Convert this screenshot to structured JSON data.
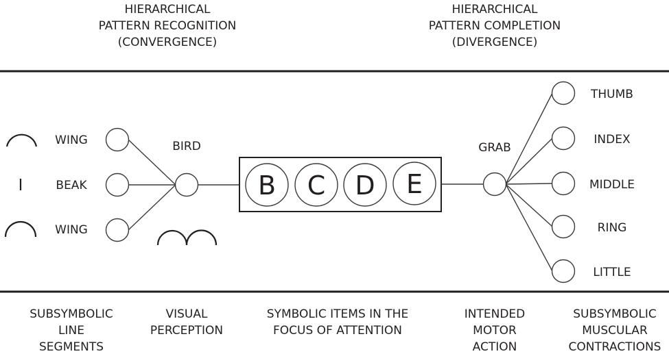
{
  "header": {
    "left": [
      "HIERARCHICAL",
      "PATTERN RECOGNITION",
      "(CONVERGENCE)"
    ],
    "right": [
      "HIERARCHICAL",
      "PATTERN COMPLETION",
      "(DIVERGENCE)"
    ]
  },
  "perception": {
    "features": [
      {
        "label": "WING",
        "glyph": "arc"
      },
      {
        "label": "BEAK",
        "glyph": "vertical-line"
      },
      {
        "label": "WING",
        "glyph": "arc"
      }
    ],
    "object_label": "BIRD",
    "object_glyph": "double-arc"
  },
  "focus_of_attention": {
    "items": [
      "B",
      "C",
      "D",
      "E"
    ]
  },
  "motor": {
    "action_label": "GRAB",
    "fingers": [
      "THUMB",
      "INDEX",
      "MIDDLE",
      "RING",
      "LITTLE"
    ]
  },
  "footer": {
    "columns": [
      [
        "SUBSYMBOLIC",
        "LINE",
        "SEGMENTS"
      ],
      [
        "VISUAL",
        "PERCEPTION"
      ],
      [
        "SYMBOLIC ITEMS IN THE",
        "FOCUS OF ATTENTION"
      ],
      [
        "INTENDED",
        "MOTOR",
        "ACTION"
      ],
      [
        "SUBSYMBOLIC",
        "MUSCULAR",
        "CONTRACTIONS"
      ]
    ]
  }
}
